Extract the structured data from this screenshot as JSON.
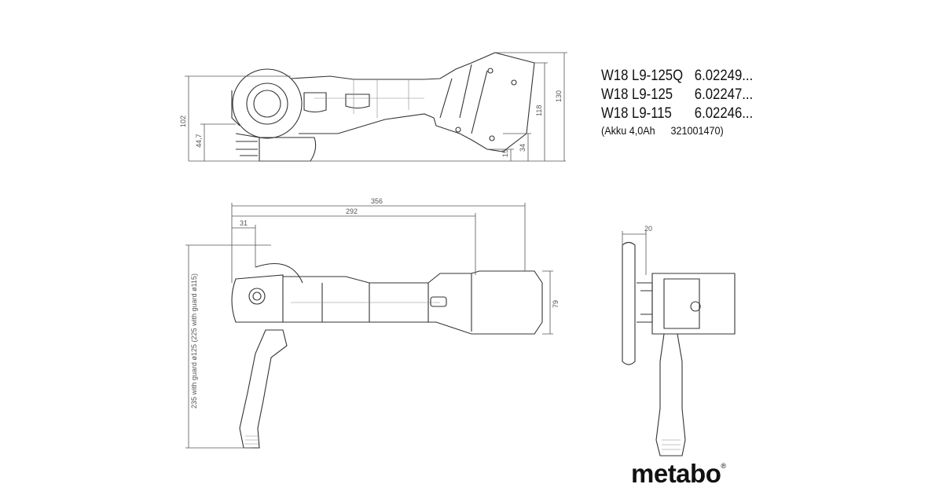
{
  "models": [
    {
      "name": "W18 L9-125Q",
      "number": "6.02249..."
    },
    {
      "name": "W18 L9-125",
      "number": "6.02247..."
    },
    {
      "name": "W18 L9-115",
      "number": "6.02246..."
    }
  ],
  "battery_note": {
    "label": "(Akku 4,0Ah",
    "number": "321001470)"
  },
  "dimensions": {
    "side_height_102": "102",
    "side_height_44_7": "44,7",
    "side_height_130": "130",
    "side_height_118": "118",
    "side_height_34": "34",
    "side_height_15": "15",
    "length_356": "356",
    "length_292": "292",
    "offset_31": "31",
    "width_79": "79",
    "handle_height": "235 with guard ø125  (225 with guard ø115)",
    "guard_20": "20"
  },
  "logo": {
    "text": "metabo",
    "mark": "®"
  }
}
